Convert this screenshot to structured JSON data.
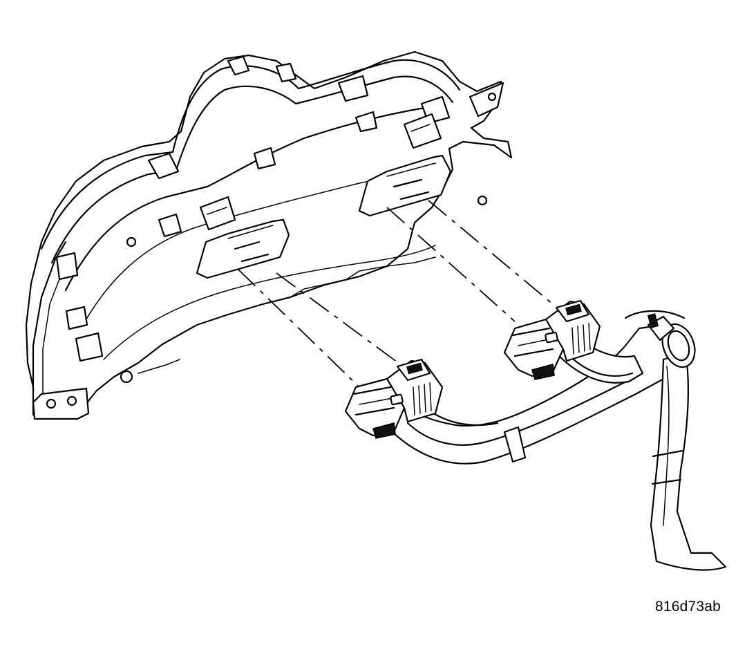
{
  "figure": {
    "code": "816d73ab"
  },
  "colors": {
    "ink": "#000000",
    "paper": "#ffffff"
  },
  "parts": [
    "instrument-cluster-housing",
    "cluster-connector-left",
    "cluster-connector-right",
    "wiring-harness"
  ]
}
